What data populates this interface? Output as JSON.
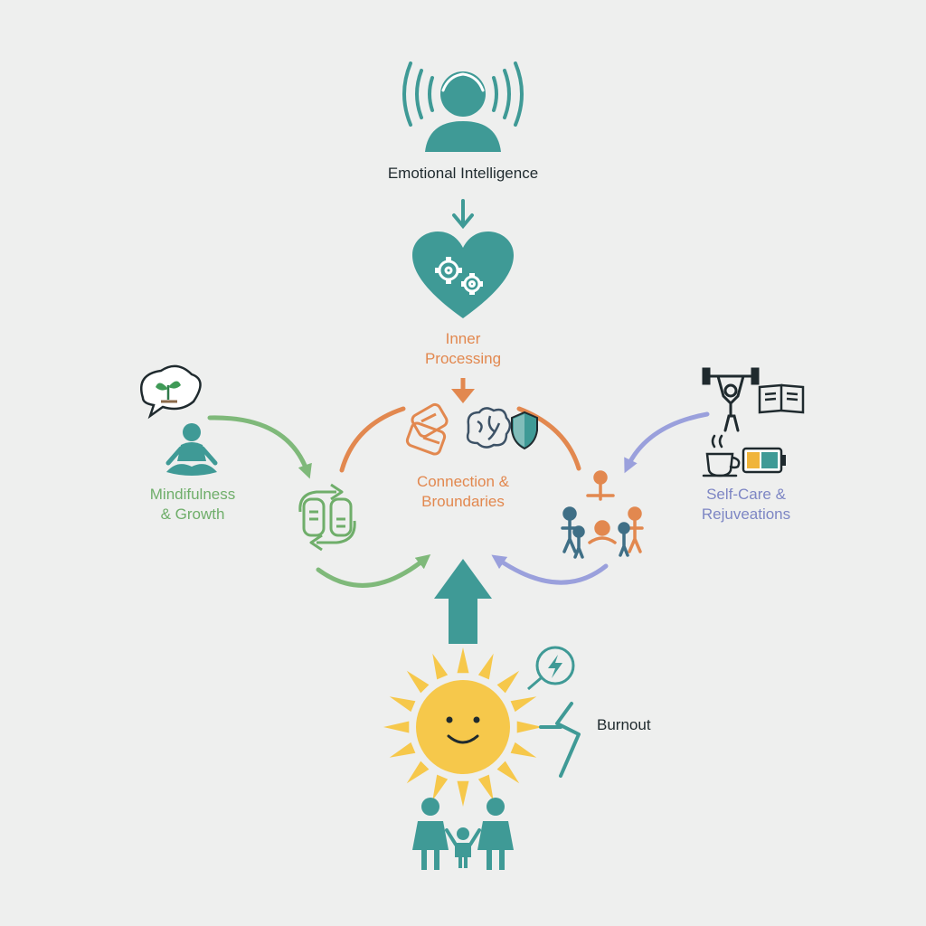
{
  "colors": {
    "background": "#eeefee",
    "teal": "#3f9a96",
    "orange": "#e2884f",
    "green": "#6fae6a",
    "purple": "#8e95d6",
    "sun": "#f6c84b",
    "text_dark": "#1f2a2e"
  },
  "nodes": {
    "emotional_intelligence": {
      "label": "Emotional Intelligence",
      "icon": "person-speaking-icon"
    },
    "inner_processing": {
      "label_line1": "Inner",
      "label_line2": "Processing",
      "icon": "heart-gears-icon"
    },
    "connection_boundaries": {
      "label_line1": "Connection &",
      "label_line2": "Broundaries",
      "icons": [
        "handshake-icon",
        "brain-icon",
        "shield-icon"
      ]
    },
    "mindfulness_growth": {
      "label_line1": "Mindifulness",
      "label_line2": "& Growth",
      "icons": [
        "thought-bubble-sprout-icon",
        "meditation-icon",
        "recycle-hands-icon"
      ]
    },
    "self_care": {
      "label_line1": "Self-Care &",
      "label_line2": "Rejuveations",
      "icons": [
        "weightlifter-icon",
        "book-icon",
        "coffee-cup-icon",
        "battery-icon"
      ]
    },
    "burnout": {
      "label": "Burnout",
      "icons": [
        "sun-smile-icon",
        "lightning-circle-icon",
        "zigzag-icon",
        "family-icon"
      ]
    }
  }
}
